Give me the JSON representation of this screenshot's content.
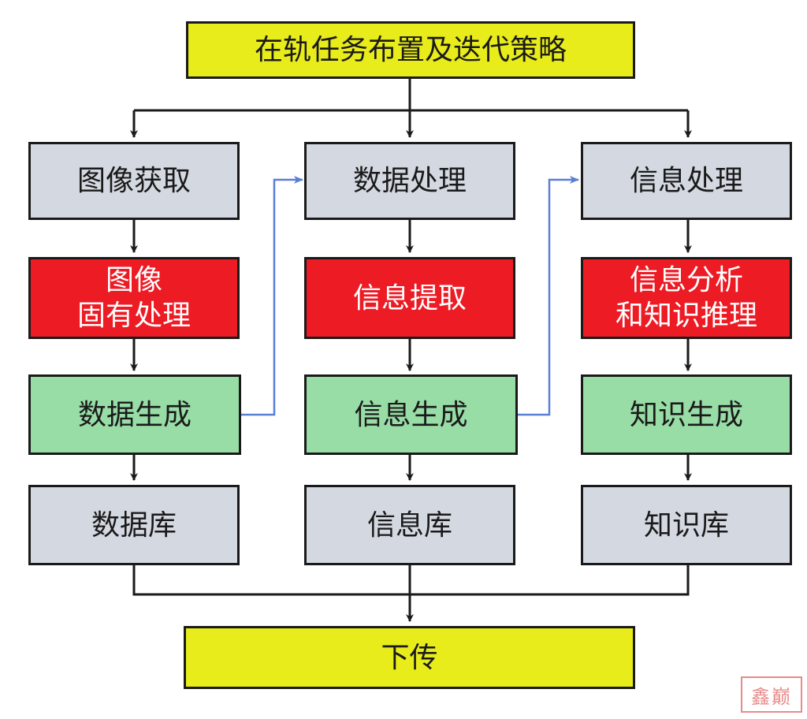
{
  "top": "在轨任务布置及迭代策略",
  "bottom": "下传",
  "columns": [
    {
      "acquire": "图像获取",
      "process": [
        "图像",
        "固有处理"
      ],
      "generate": "数据生成",
      "store": "数据库"
    },
    {
      "acquire": "数据处理",
      "process": [
        "信息提取"
      ],
      "generate": "信息生成",
      "store": "信息库"
    },
    {
      "acquire": "信息处理",
      "process": [
        "信息分析",
        "和知识推理"
      ],
      "generate": "知识生成",
      "store": "知识库"
    }
  ],
  "colors": {
    "top_bottom": "#e8ec1a",
    "acquire_store": "#d3d8e1",
    "process": "#ec1b24",
    "generate": "#98dca6",
    "feedback_arrow": "#5b7fd6",
    "flow_arrow": "#1a1a1a"
  },
  "watermark": "鑫巅"
}
